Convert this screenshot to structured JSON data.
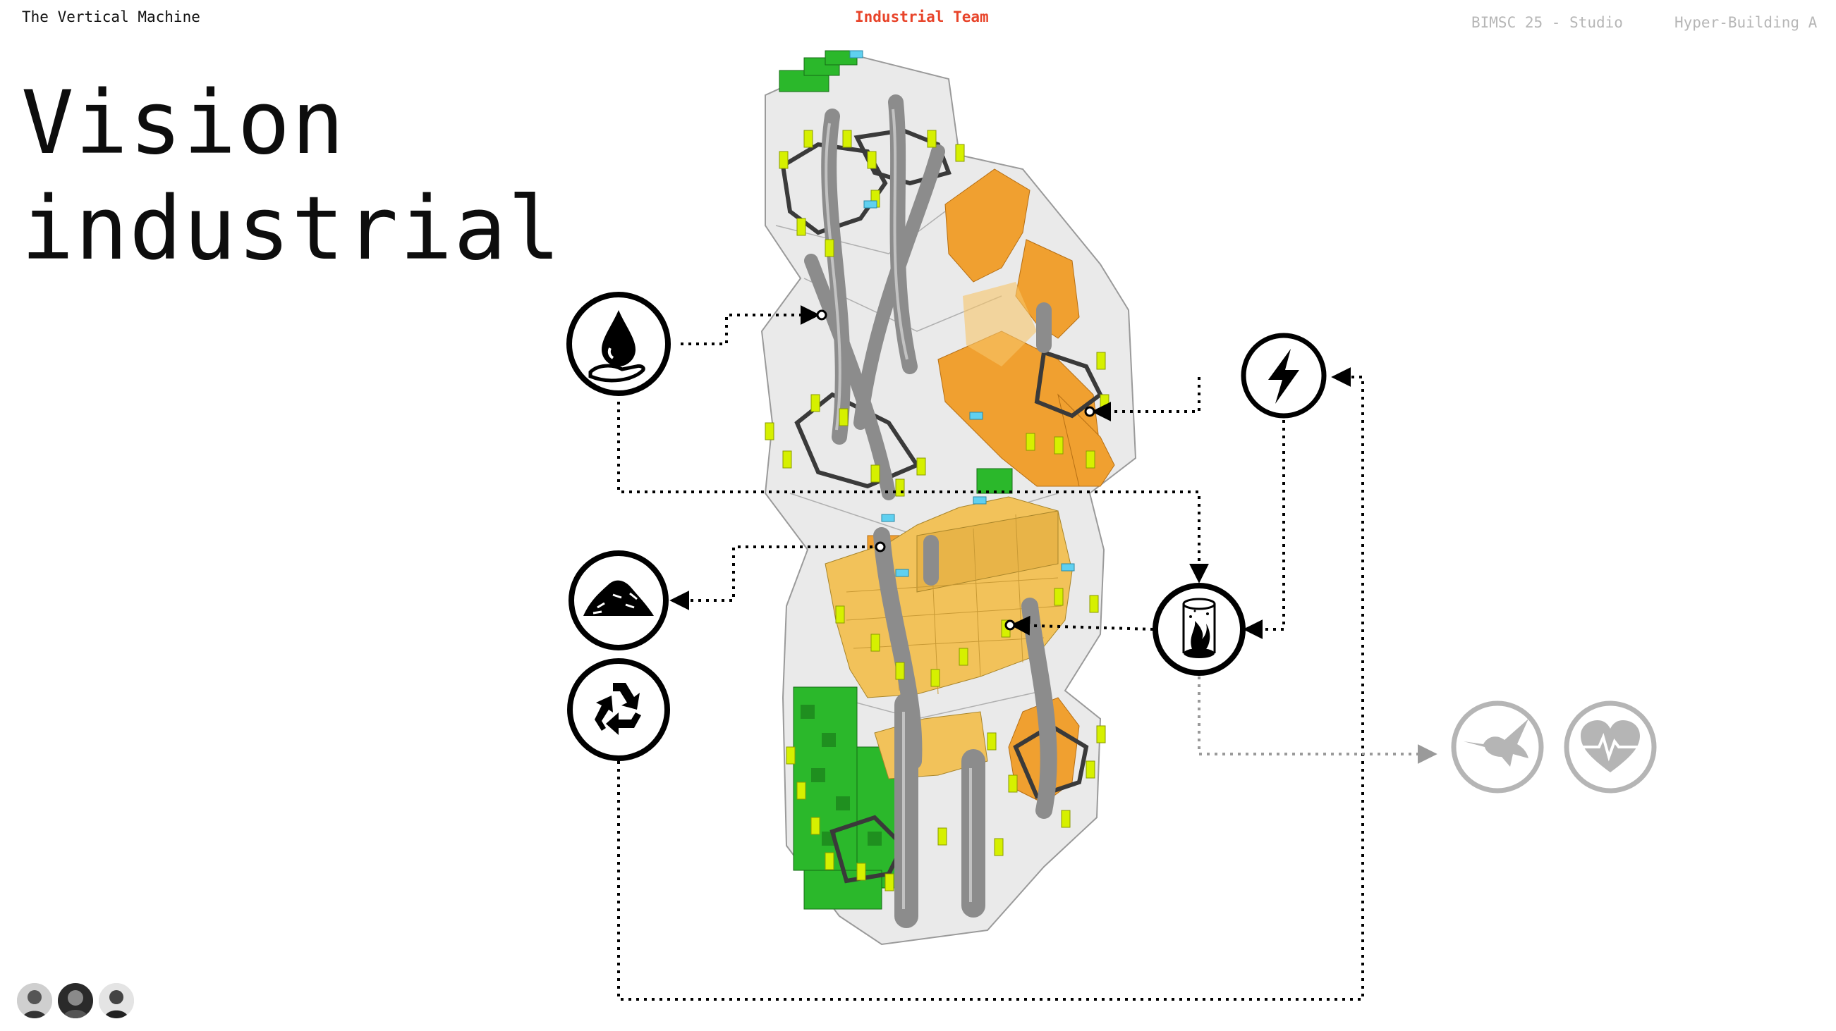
{
  "header": {
    "brand": "The Vertical Machine",
    "team": "Industrial Team",
    "course": "BIMSC 25 - Studio",
    "project": "Hyper-Building A"
  },
  "title": {
    "line1": "Vision",
    "line2": "industrial"
  },
  "icons": [
    {
      "name": "water-hand-icon",
      "state": "active"
    },
    {
      "name": "lightning-icon",
      "state": "active"
    },
    {
      "name": "waste-pile-icon",
      "state": "active"
    },
    {
      "name": "recycle-icon",
      "state": "active"
    },
    {
      "name": "furnace-reactor-icon",
      "state": "active"
    },
    {
      "name": "hummingbird-icon",
      "state": "inactive"
    },
    {
      "name": "heart-pulse-icon",
      "state": "inactive"
    }
  ],
  "colors": {
    "accent": "#e8442a",
    "active": "#000000",
    "inactive": "#b5b5b5",
    "module_orange": "#f0a030",
    "module_yellow": "#f2c25a",
    "module_green": "#2bb82b",
    "module_lime": "#d6f000",
    "module_cyan": "#5fd0f0"
  },
  "team_members": [
    {
      "name": "avatar"
    },
    {
      "name": "avatar"
    },
    {
      "name": "avatar"
    }
  ]
}
